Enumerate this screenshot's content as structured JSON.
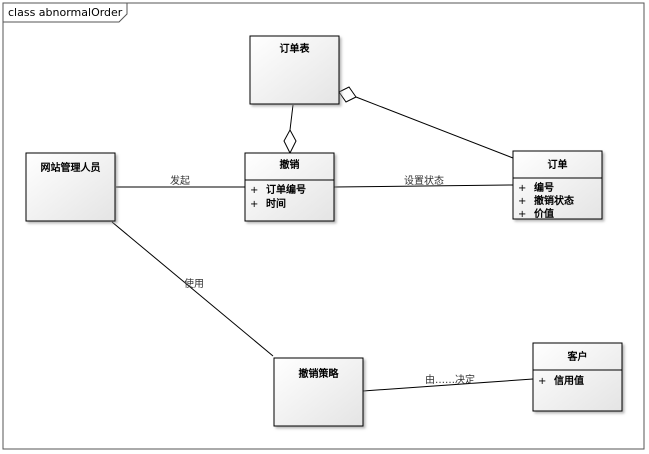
{
  "frame": {
    "label": "class abnormalOrder"
  },
  "classes": {
    "order_table": {
      "name": "订单表",
      "attributes": []
    },
    "marking": {
      "name": "撤销",
      "attributes": [
        {
          "visibility": "+",
          "name": "订单编号"
        },
        {
          "visibility": "+",
          "name": "时间"
        }
      ]
    },
    "order": {
      "name": "订单",
      "attributes": [
        {
          "visibility": "+",
          "name": "编号"
        },
        {
          "visibility": "+",
          "name": "撤销状态"
        },
        {
          "visibility": "+",
          "name": "价值"
        }
      ]
    },
    "staff": {
      "name": "网站管理人员",
      "attributes": []
    },
    "strategy": {
      "name": "撤销策略",
      "attributes": []
    },
    "customer": {
      "name": "客户",
      "attributes": [
        {
          "visibility": "+",
          "name": "信用值"
        }
      ]
    }
  },
  "connectors": {
    "initiate": "发起",
    "set_status": "设置状态",
    "use": "使用",
    "decided_by": "由……决定"
  },
  "colors": {
    "line": "#000000",
    "frame": "#555555",
    "box_fill_top": "#ffffff",
    "box_fill_bottom": "#e8e8e8"
  }
}
